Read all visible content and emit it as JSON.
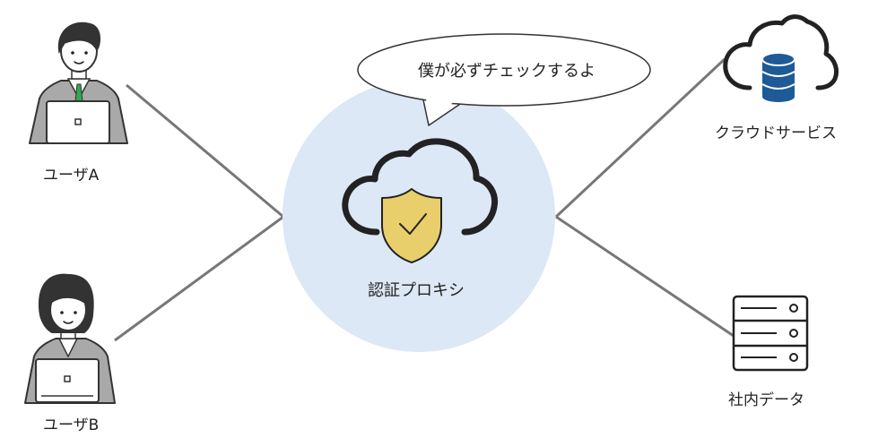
{
  "nodes": {
    "user_a": {
      "label": "ユーザA",
      "icon": "businessman-laptop-icon"
    },
    "user_b": {
      "label": "ユーザB",
      "icon": "businesswoman-laptop-icon"
    },
    "proxy": {
      "label": "認証プロキシ",
      "icon": "cloud-shield-check-icon",
      "speech": "僕が必ずチェックするよ"
    },
    "cloud_service": {
      "label": "クラウドサービス",
      "icon": "cloud-database-icon"
    },
    "internal_data": {
      "label": "社内データ",
      "icon": "server-rack-icon"
    }
  },
  "edges": [
    {
      "from": "user_a",
      "to": "proxy"
    },
    {
      "from": "user_b",
      "to": "proxy"
    },
    {
      "from": "proxy",
      "to": "cloud_service"
    },
    {
      "from": "proxy",
      "to": "internal_data"
    }
  ],
  "colors": {
    "proxy_circle": "#dce8f5",
    "shield": "#e8cf6c",
    "database": "#1e5a96",
    "connector": "#777777",
    "outline": "#333333",
    "tie": "#2fa84f",
    "suit": "#a9a9a9"
  }
}
